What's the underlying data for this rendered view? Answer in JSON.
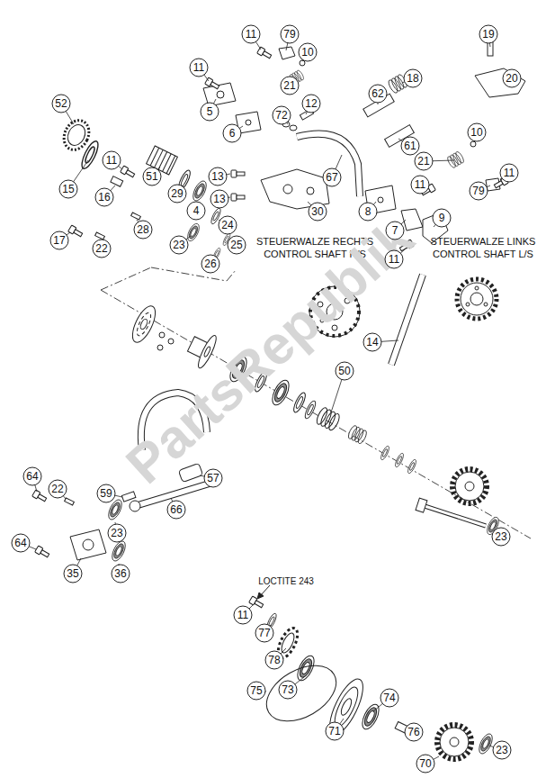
{
  "diagram": {
    "nodes": [
      {
        "text": [
          "11"
        ]
      },
      {
        "text": [
          "79"
        ]
      },
      {
        "text": [
          "19"
        ]
      },
      {
        "text": [
          "10"
        ]
      },
      {
        "text": [
          "11"
        ]
      },
      {
        "text": [
          "20"
        ]
      },
      {
        "text": [
          "18"
        ]
      },
      {
        "text": [
          "21"
        ]
      },
      {
        "text": [
          "62"
        ]
      },
      {
        "text": [
          "52"
        ]
      },
      {
        "text": [
          "12"
        ]
      },
      {
        "text": [
          "5"
        ]
      },
      {
        "text": [
          "72"
        ]
      },
      {
        "text": [
          "6"
        ]
      },
      {
        "text": [
          "10"
        ]
      },
      {
        "text": [
          "61"
        ]
      },
      {
        "text": [
          "11"
        ]
      },
      {
        "text": [
          "21"
        ]
      },
      {
        "text": [
          "11"
        ]
      },
      {
        "text": [
          "51"
        ]
      },
      {
        "text": [
          "13"
        ]
      },
      {
        "text": [
          "67"
        ]
      },
      {
        "text": [
          "11"
        ]
      },
      {
        "text": [
          "15"
        ]
      },
      {
        "text": [
          "79"
        ]
      },
      {
        "text": [
          "29"
        ]
      },
      {
        "text": [
          "16"
        ]
      },
      {
        "text": [
          "13"
        ]
      },
      {
        "text": [
          "4"
        ]
      },
      {
        "text": [
          "8"
        ]
      },
      {
        "text": [
          "30"
        ]
      },
      {
        "text": [
          "9"
        ]
      },
      {
        "text": [
          "24"
        ]
      },
      {
        "text": [
          "28"
        ]
      },
      {
        "text": [
          "7"
        ]
      },
      {
        "text": [
          "17"
        ]
      },
      {
        "text": [
          "25"
        ]
      },
      {
        "text": [
          "23"
        ]
      },
      {
        "text": [
          "22"
        ]
      },
      {
        "text": [
          "11"
        ]
      },
      {
        "text": [
          "26"
        ]
      },
      {
        "text": [
          "14"
        ]
      },
      {
        "text": [
          "50"
        ]
      },
      {
        "text": [
          "64"
        ]
      },
      {
        "text": [
          "57"
        ]
      },
      {
        "text": [
          "22"
        ]
      },
      {
        "text": [
          "59"
        ]
      },
      {
        "text": [
          "66"
        ]
      },
      {
        "text": [
          "23"
        ]
      },
      {
        "text": [
          "23"
        ]
      },
      {
        "text": [
          "64"
        ]
      },
      {
        "text": [
          "35"
        ]
      },
      {
        "text": [
          "36"
        ]
      },
      {
        "text": [
          "11"
        ]
      },
      {
        "text": [
          "77"
        ]
      },
      {
        "text": [
          "78"
        ]
      },
      {
        "text": [
          "75"
        ]
      },
      {
        "text": [
          "73"
        ]
      },
      {
        "text": [
          "74"
        ]
      },
      {
        "text": [
          "71"
        ]
      },
      {
        "text": [
          "76"
        ]
      },
      {
        "text": [
          "23"
        ]
      },
      {
        "text": [
          "70"
        ]
      }
    ],
    "labels": [
      "STEUERWALZE RECHTS",
      "CONTROL SHAFT R/S",
      "STEUERWALZE LINKS",
      "CONTROL SHAFT L/S",
      "LOCTITE 243",
      "PartsRepublik"
    ]
  }
}
